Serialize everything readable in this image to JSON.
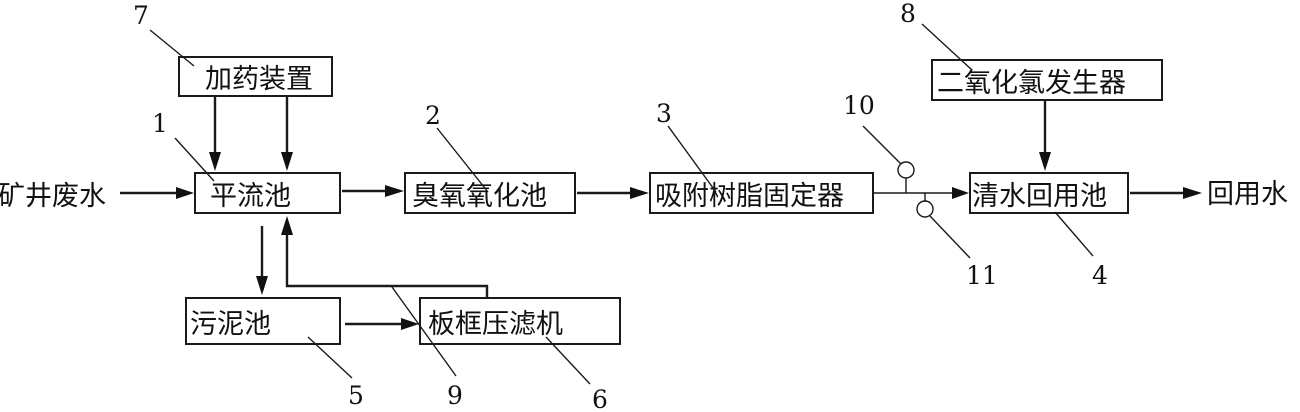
{
  "nodes": {
    "dosing_device": "加药装置",
    "advection_tank": "平流池",
    "ozone_tank": "臭氧氧化池",
    "resin_fixer": "吸附树脂固定器",
    "clearwater_tank": "清水回用池",
    "sludge_tank": "污泥池",
    "filter_press": "板框压滤机",
    "chlorine_dioxide_generator": "二氧化氯发生器"
  },
  "io": {
    "input": "矿井废水",
    "output": "回用水"
  },
  "callouts": {
    "n1": "1",
    "n2": "2",
    "n3": "3",
    "n4": "4",
    "n5": "5",
    "n6": "6",
    "n7": "7",
    "n8": "8",
    "n9": "9",
    "n10": "10",
    "n11": "11"
  }
}
